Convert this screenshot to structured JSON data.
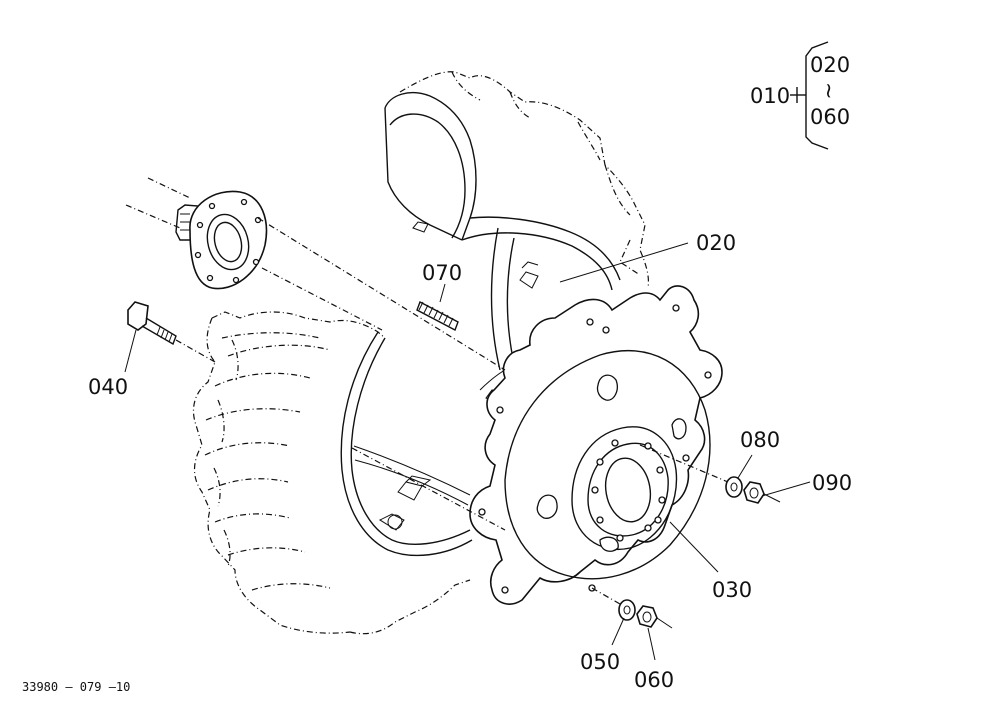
{
  "parts": {
    "assembly": "010",
    "range_start": "020",
    "range_tilde": "~",
    "range_end": "060",
    "rim": "020",
    "stud": "070",
    "bolt": "040",
    "washer_a": "080",
    "nut_a": "090",
    "disc": "030",
    "washer_b": "050",
    "nut_b": "060"
  },
  "drawing_number": "33980 – 079 –10"
}
